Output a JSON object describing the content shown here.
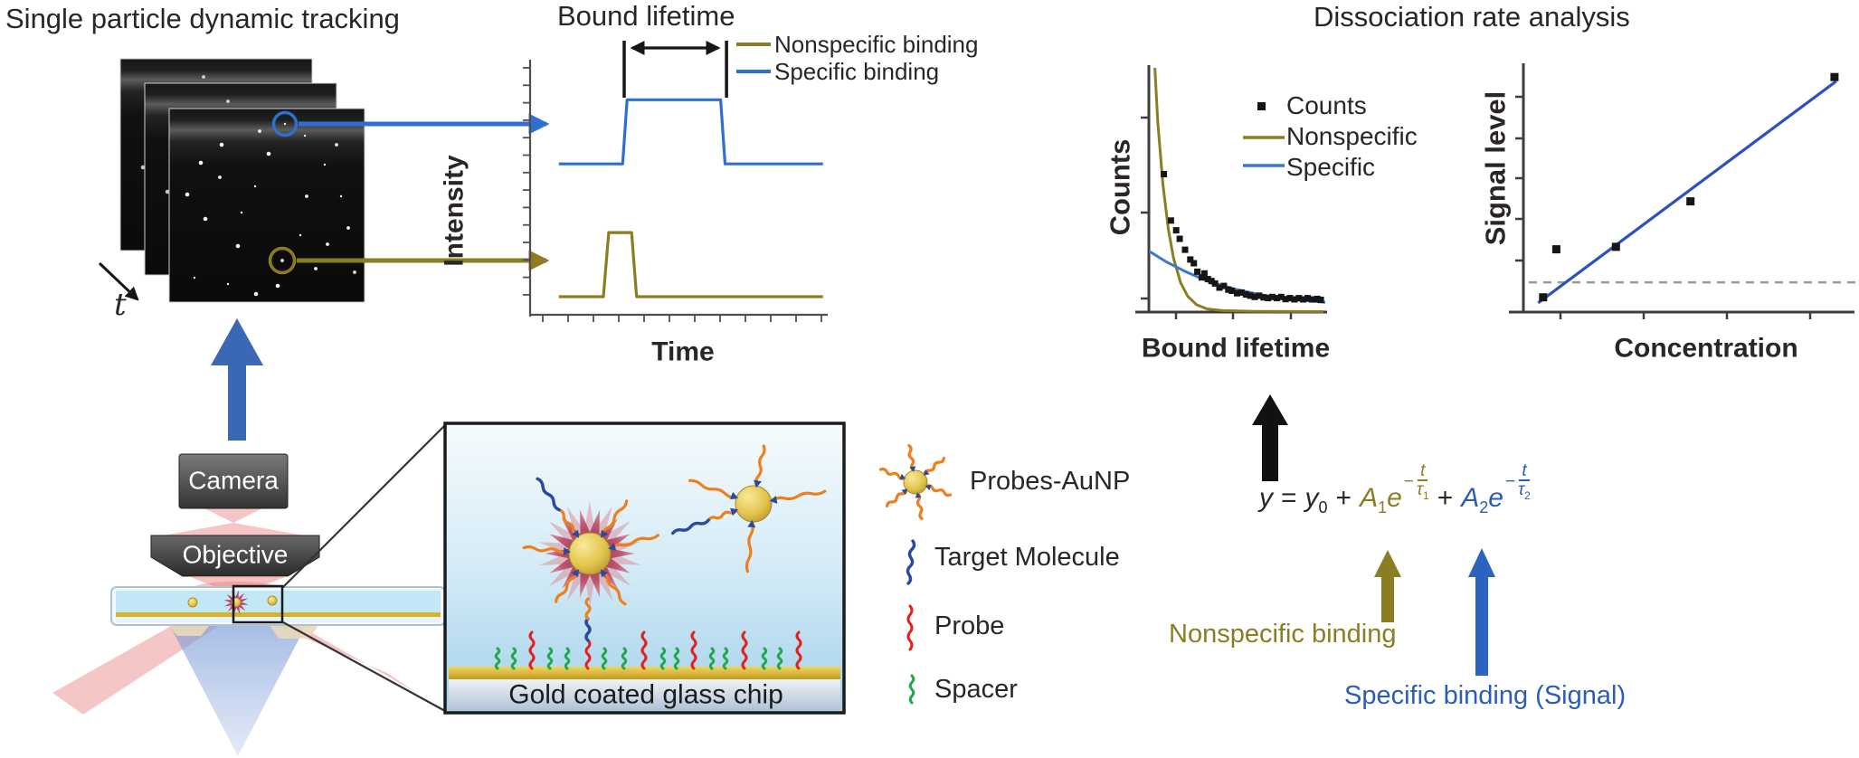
{
  "titles": {
    "tracking": "Single particle dynamic tracking",
    "bound_lifetime": "Bound lifetime",
    "dissociation": "Dissociation rate analysis"
  },
  "intensity_chart": {
    "ylabel": "Intensity",
    "xlabel": "Time",
    "legend": [
      {
        "label": "Nonspecific binding"
      },
      {
        "label": "Specific binding"
      }
    ]
  },
  "counts_chart": {
    "ylabel": "Counts",
    "xlabel": "Bound lifetime",
    "legend": [
      {
        "label": "Counts"
      },
      {
        "label": "Nonspecific"
      },
      {
        "label": "Specific"
      }
    ]
  },
  "signal_chart": {
    "ylabel": "Signal level",
    "xlabel": "Concentration"
  },
  "apparatus": {
    "camera_label": "Camera",
    "objective_label": "Objective",
    "time_axis_label": "t"
  },
  "inset": {
    "chip_label": "Gold coated glass chip"
  },
  "molecule_legend": {
    "probes": "Probes-AuNP",
    "target": "Target Molecule",
    "probe": "Probe",
    "spacer": "Spacer"
  },
  "equation": {
    "y": "y",
    "equals": "=",
    "y0": "y",
    "y0_sub": "0",
    "plus": "+",
    "A": "A",
    "a1_sub": "1",
    "a2_sub": "2",
    "e": "e",
    "minus": "−",
    "t": "t",
    "tau": "τ",
    "tau1_sub": "1",
    "tau2_sub": "2"
  },
  "annotations": {
    "nonspecific": "Nonspecific binding",
    "specific": "Specific binding (Signal)"
  },
  "colors": {
    "ink": "#2a2526",
    "olive": "#8a7d22",
    "trace_blue": "#2e6fd0",
    "fit_blue": "#3a78cf",
    "line_blue": "#2b50c0",
    "text_blue": "#2a5cb8",
    "arrow_blue": "#3a68b5",
    "gold": "#d9b327",
    "orange": "#ee7f1c",
    "red": "#e52020",
    "green": "#1fa84c",
    "navy": "#2b4a9e",
    "star_pink": "#bd5570"
  },
  "chart_data": [
    {
      "id": "intensity_traces",
      "type": "line",
      "title": "Bound lifetime",
      "xlabel": "Time",
      "ylabel": "Intensity",
      "axis_note": "arbitrary units, unlabeled ticks",
      "series": [
        {
          "name": "Specific binding",
          "color": "#2e6fd0",
          "points": [
            [
              0.1,
              0.6
            ],
            [
              0.315,
              0.6
            ],
            [
              0.33,
              0.855
            ],
            [
              0.645,
              0.855
            ],
            [
              0.66,
              0.6
            ],
            [
              0.99,
              0.6
            ]
          ]
        },
        {
          "name": "Nonspecific binding",
          "color": "#8a7d22",
          "points": [
            [
              0.1,
              0.072
            ],
            [
              0.25,
              0.072
            ],
            [
              0.268,
              0.327
            ],
            [
              0.345,
              0.327
            ],
            [
              0.362,
              0.072
            ],
            [
              0.99,
              0.072
            ]
          ]
        }
      ],
      "annotations": {
        "bound_lifetime_span": [
          0.32,
          0.665
        ]
      }
    },
    {
      "id": "counts_decay",
      "type": "scatter",
      "xlabel": "Bound lifetime",
      "ylabel": "Counts",
      "legend": [
        "Counts",
        "Nonspecific",
        "Specific"
      ],
      "points": [
        [
          0.085,
          0.565
        ],
        [
          0.125,
          0.375
        ],
        [
          0.155,
          0.335
        ],
        [
          0.175,
          0.3
        ],
        [
          0.205,
          0.255
        ],
        [
          0.235,
          0.215
        ],
        [
          0.255,
          0.2
        ],
        [
          0.275,
          0.165
        ],
        [
          0.3,
          0.142
        ],
        [
          0.315,
          0.158
        ],
        [
          0.335,
          0.135
        ],
        [
          0.355,
          0.127
        ],
        [
          0.375,
          0.117
        ],
        [
          0.4,
          0.1
        ],
        [
          0.425,
          0.107
        ],
        [
          0.45,
          0.092
        ],
        [
          0.47,
          0.087
        ],
        [
          0.5,
          0.077
        ],
        [
          0.525,
          0.08
        ],
        [
          0.55,
          0.072
        ],
        [
          0.575,
          0.067
        ],
        [
          0.6,
          0.062
        ],
        [
          0.625,
          0.067
        ],
        [
          0.65,
          0.06
        ],
        [
          0.675,
          0.057
        ],
        [
          0.7,
          0.062
        ],
        [
          0.725,
          0.057
        ],
        [
          0.75,
          0.062
        ],
        [
          0.775,
          0.053
        ],
        [
          0.8,
          0.057
        ],
        [
          0.825,
          0.052
        ],
        [
          0.85,
          0.057
        ],
        [
          0.875,
          0.052
        ],
        [
          0.9,
          0.057
        ],
        [
          0.925,
          0.052
        ],
        [
          0.955,
          0.054
        ],
        [
          0.975,
          0.05
        ]
      ],
      "fits": [
        {
          "name": "Nonspecific",
          "color": "#8a7d22",
          "points": [
            [
              0.028,
              1.08
            ],
            [
              0.05,
              0.78
            ],
            [
              0.08,
              0.52
            ],
            [
              0.11,
              0.34
            ],
            [
              0.14,
              0.22
            ],
            [
              0.18,
              0.12
            ],
            [
              0.22,
              0.065
            ],
            [
              0.27,
              0.03
            ],
            [
              0.33,
              0.013
            ],
            [
              0.42,
              0.006
            ],
            [
              0.6,
              0.003
            ],
            [
              0.99,
              0.002
            ]
          ]
        },
        {
          "name": "Specific",
          "color": "#3a78cf",
          "points": [
            [
              0.0,
              0.25
            ],
            [
              0.1,
              0.205
            ],
            [
              0.2,
              0.168
            ],
            [
              0.3,
              0.137
            ],
            [
              0.4,
              0.112
            ],
            [
              0.5,
              0.092
            ],
            [
              0.6,
              0.076
            ],
            [
              0.7,
              0.063
            ],
            [
              0.8,
              0.053
            ],
            [
              0.9,
              0.046
            ],
            [
              1.0,
              0.04
            ]
          ]
        }
      ]
    },
    {
      "id": "signal_vs_concentration",
      "type": "scatter",
      "xlabel": "Concentration",
      "ylabel": "Signal level",
      "points": [
        [
          0.065,
          0.06
        ],
        [
          0.105,
          0.255
        ],
        [
          0.285,
          0.265
        ],
        [
          0.51,
          0.45
        ],
        [
          0.945,
          0.955
        ]
      ],
      "fit_line": [
        [
          0.05,
          0.037
        ],
        [
          0.95,
          0.938
        ]
      ],
      "threshold_y": 0.121,
      "threshold_style": "gray dashed"
    }
  ]
}
